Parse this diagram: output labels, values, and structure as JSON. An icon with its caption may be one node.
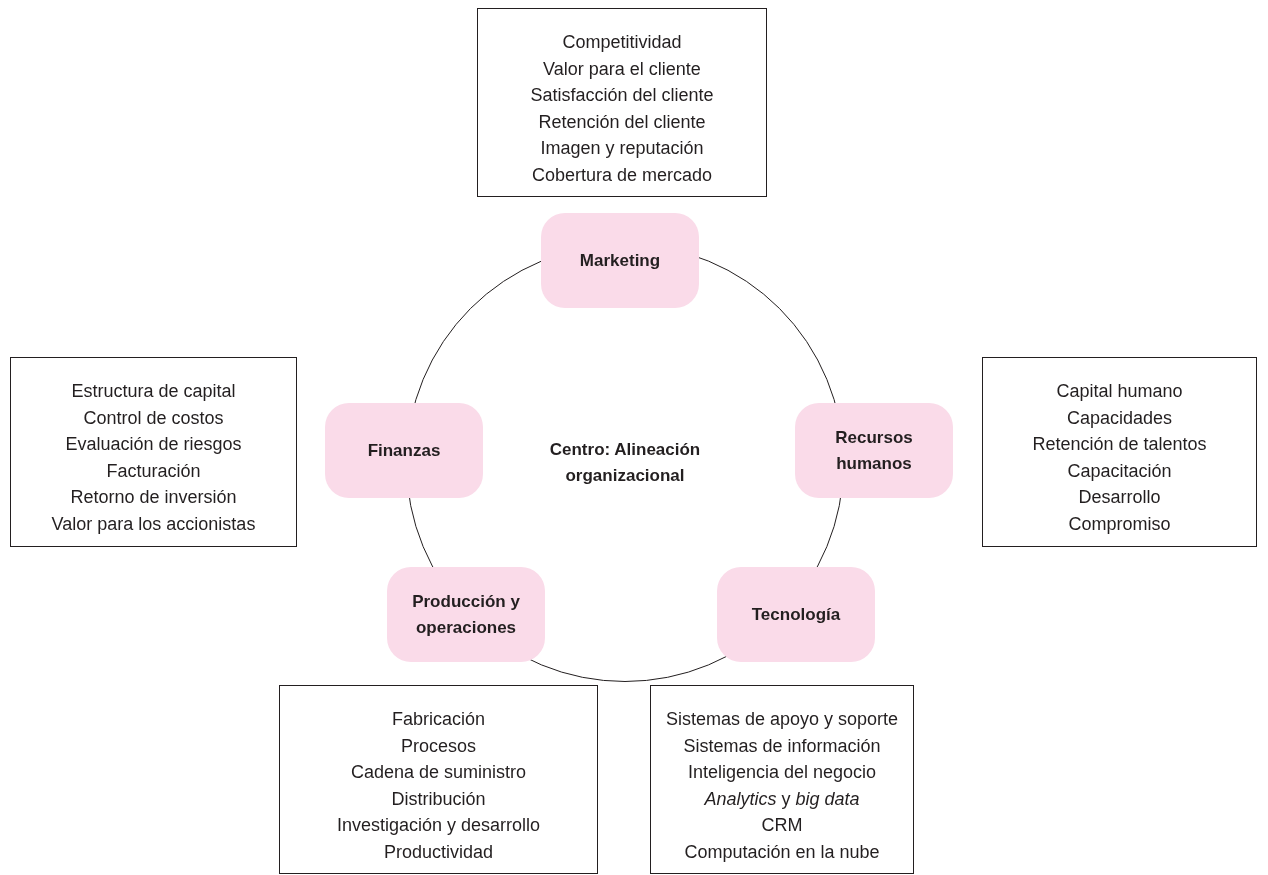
{
  "diagram": {
    "nodes": [
      {
        "text": [
          "Centro: Alineación organizacional"
        ]
      },
      {
        "text": [
          "Marketing"
        ]
      },
      {
        "text": [
          "Recursos humanos"
        ]
      },
      {
        "text": [
          "Tecnología"
        ]
      },
      {
        "text": [
          "Producción y operaciones"
        ]
      },
      {
        "text": [
          "Finanzas"
        ]
      },
      {
        "text": [
          "Competitividad",
          "Valor para el cliente",
          "Satisfacción del cliente",
          "Retención del cliente",
          "Imagen y reputación",
          "Cobertura de mercado"
        ]
      },
      {
        "text": [
          "Capital humano",
          "Capacidades",
          "Retención de talentos",
          "Capacitación",
          "Desarrollo",
          "Compromiso"
        ]
      },
      {
        "text": [
          "Sistemas de apoyo y soporte",
          "Sistemas de información",
          "Inteligencia del negocio",
          "*Analytics* y *big data*",
          "CRM",
          "Computación en la nube"
        ]
      },
      {
        "text": [
          "Fabricación",
          "Procesos",
          "Cadena de suministro",
          "Distribución",
          "Investigación y desarrollo",
          "Productividad"
        ]
      },
      {
        "text": [
          "Estructura de capital",
          "Control de costos",
          "Evaluación de riesgos",
          "Facturación",
          "Retorno de inversión",
          "Valor para los accionistas"
        ]
      }
    ],
    "edges": []
  }
}
